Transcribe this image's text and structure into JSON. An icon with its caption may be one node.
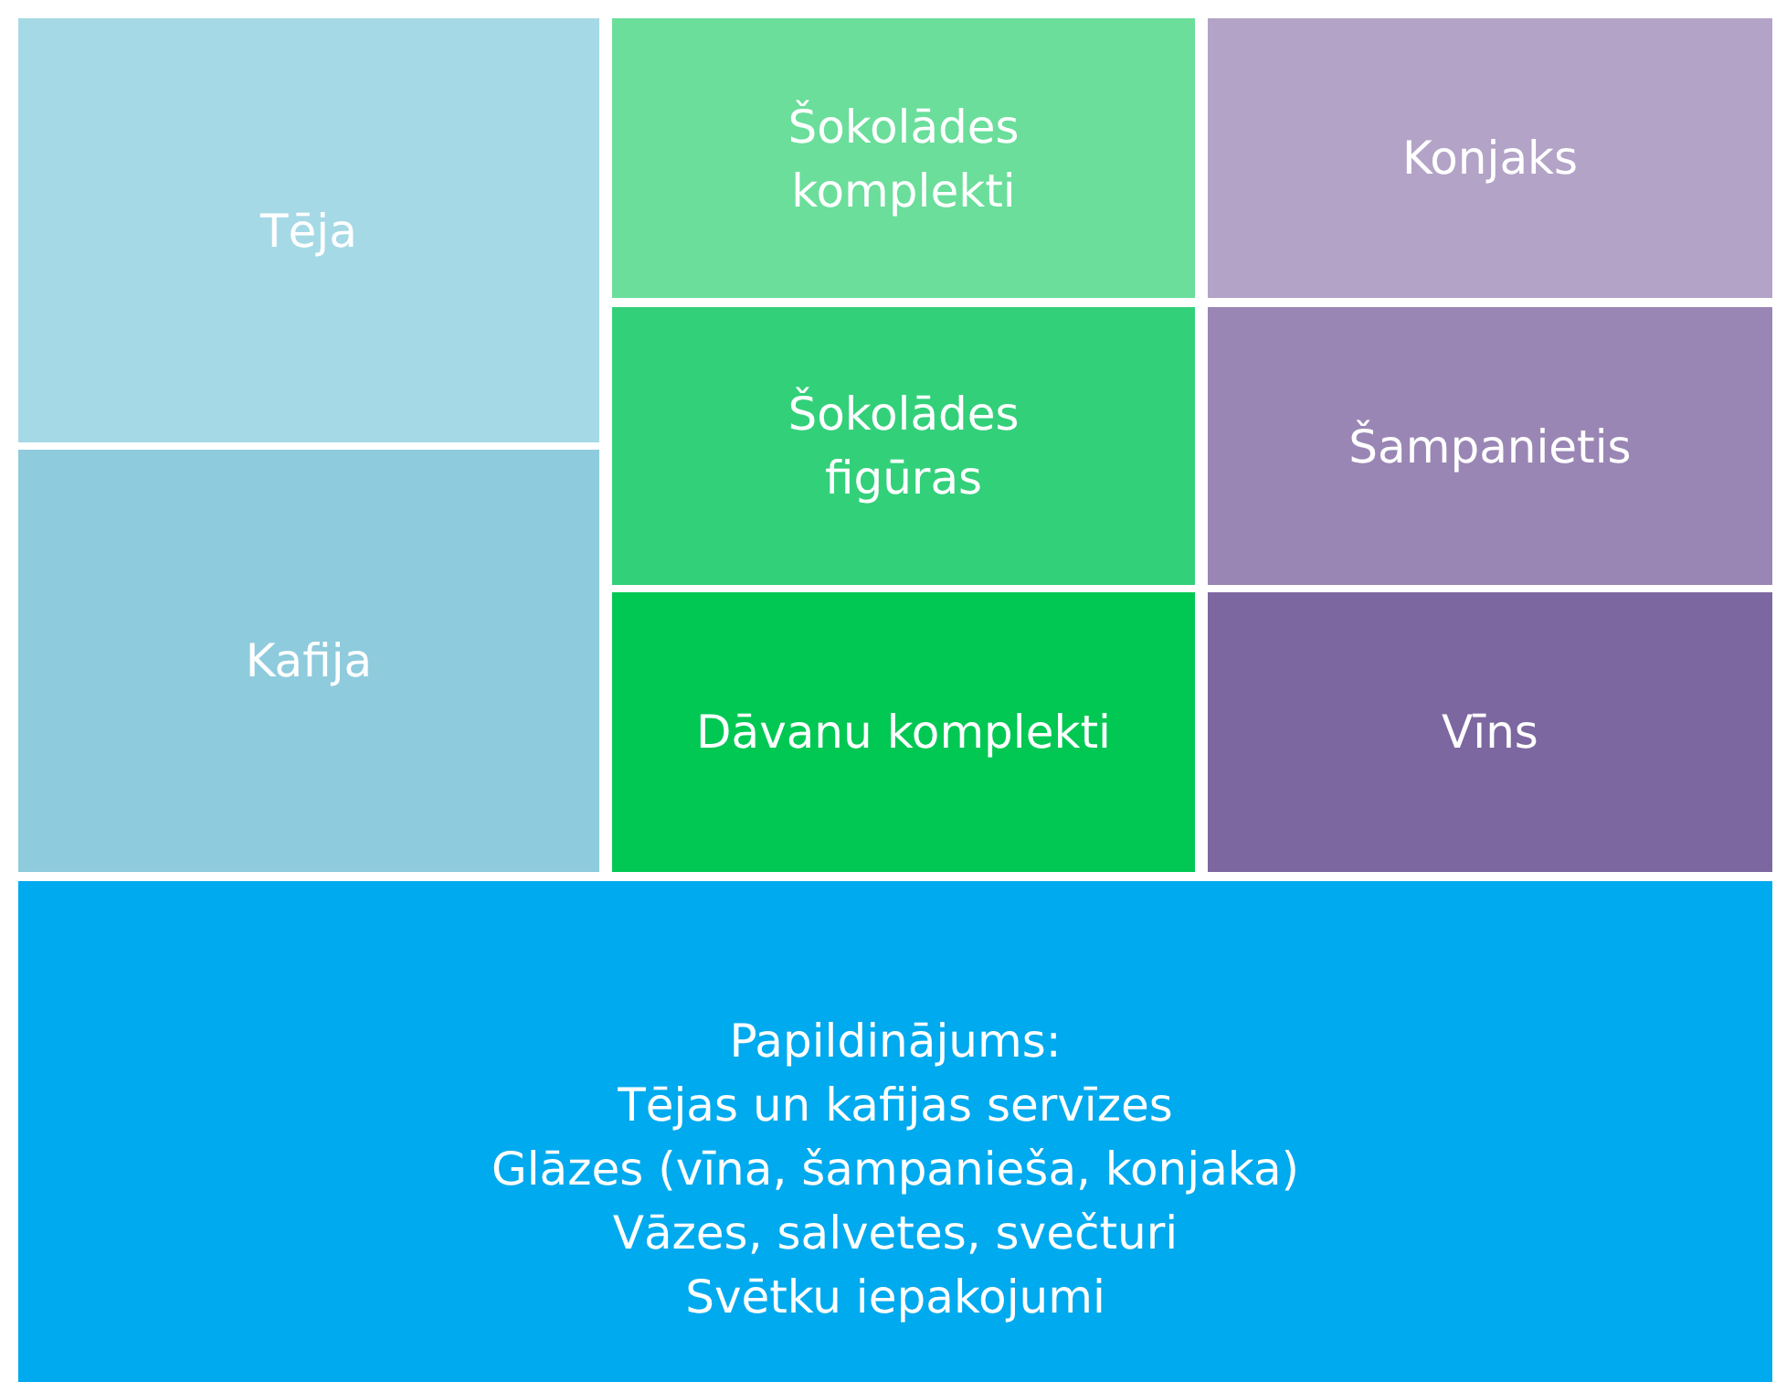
{
  "diagram": {
    "nodes": [
      {
        "text": [
          "Tēja"
        ]
      },
      {
        "text": [
          "Kafija"
        ]
      },
      {
        "text": [
          "Šokolādes komplekti"
        ]
      },
      {
        "text": [
          "Šokolādes figūras"
        ]
      },
      {
        "text": [
          "Dāvanu komplekti"
        ]
      },
      {
        "text": [
          "Konjaks"
        ]
      },
      {
        "text": [
          "Šampanietis"
        ]
      },
      {
        "text": [
          "Vīns"
        ]
      },
      {
        "text": [
          "Papildinājums:",
          "Tējas un kafijas servīzes",
          "Glāzes (vīna, šampanieša, konjaka)",
          "Vāzes, salvetes, svečturi",
          "Svētku iepakojumi"
        ]
      }
    ]
  }
}
